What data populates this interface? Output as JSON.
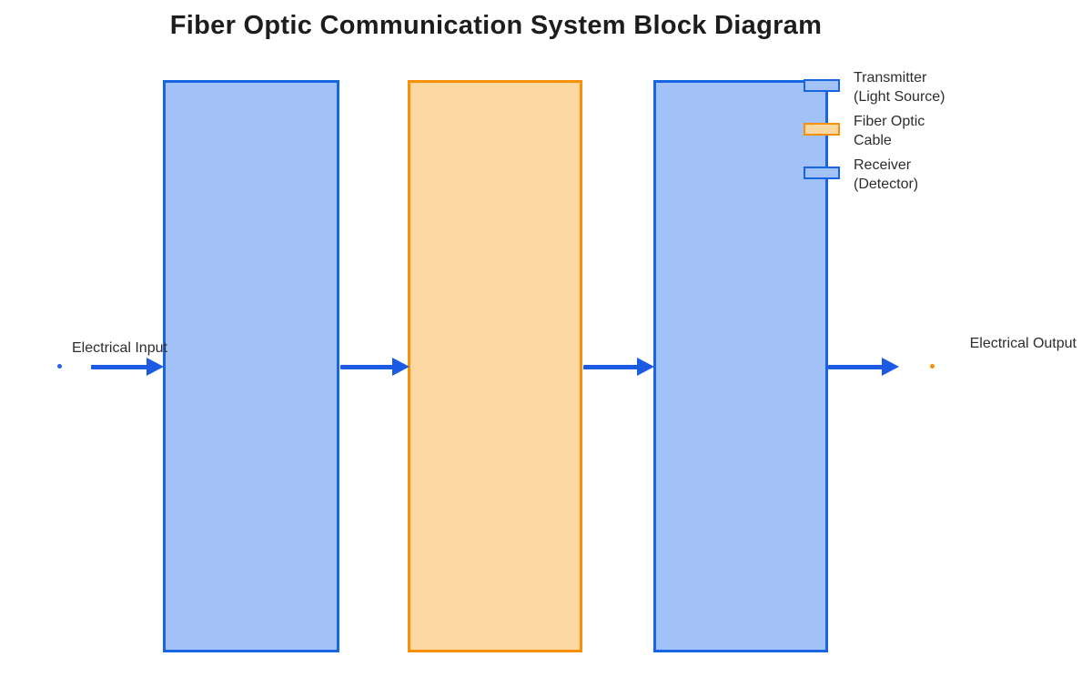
{
  "title": "Fiber Optic Communication System Block Diagram",
  "blocks": [
    {
      "name": "transmitter",
      "color": "blue"
    },
    {
      "name": "fiber-optic-cable",
      "color": "orange"
    },
    {
      "name": "receiver",
      "color": "blue"
    }
  ],
  "labels": {
    "input": "Electrical Input",
    "output": "Electrical Output"
  },
  "legend": [
    {
      "swatch": "blue",
      "line1": "Transmitter",
      "line2": "(Light Source)"
    },
    {
      "swatch": "orange",
      "line1": "Fiber Optic",
      "line2": "Cable"
    },
    {
      "swatch": "blue",
      "line1": "Receiver",
      "line2": "(Detector)"
    }
  ],
  "colors": {
    "blue_border": "#1765e0",
    "blue_fill": "#a2c1f6",
    "orange_border": "#f79009",
    "orange_fill": "#fbd7a2",
    "arrow": "#1b5be4",
    "input_dot": "#2563eb",
    "output_dot": "#f79009"
  }
}
